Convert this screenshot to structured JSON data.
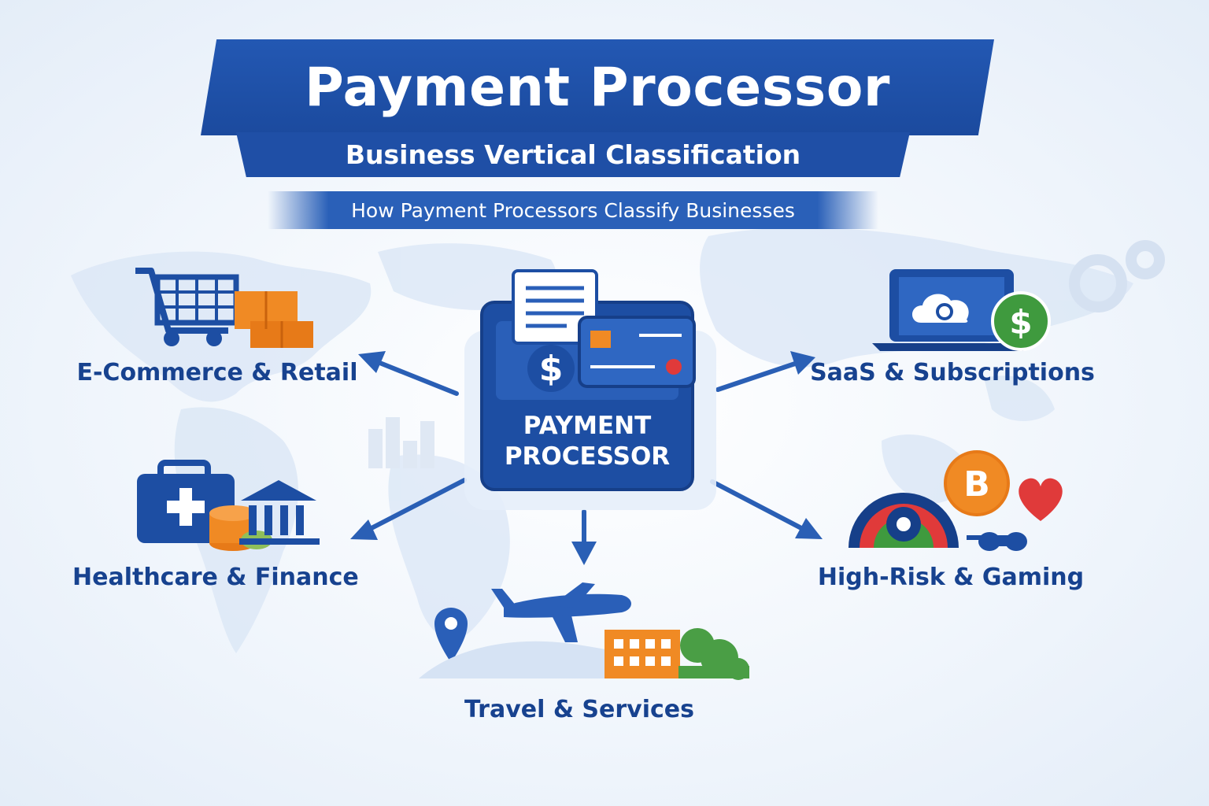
{
  "header": {
    "title": "Payment Processor",
    "subtitle": "Business Vertical Classification",
    "tagline": "How Payment Processors Classify Businesses"
  },
  "center": {
    "line1": "PAYMENT",
    "line2": "PROCESSOR",
    "dollar_symbol": "$"
  },
  "categories": {
    "ecommerce": "E-Commerce & Retail",
    "saas": "SaaS & Subscriptions",
    "healthcare": "Healthcare & Finance",
    "highrisk": "High-Risk & Gaming",
    "travel": "Travel & Services"
  },
  "icons": {
    "saas_dollar": "$",
    "bitcoin": "B"
  },
  "colors": {
    "primary_blue": "#1f4fa6",
    "dark_blue": "#17428f",
    "orange": "#f08a24",
    "green": "#3f9a3e",
    "red": "#e03a3a"
  }
}
